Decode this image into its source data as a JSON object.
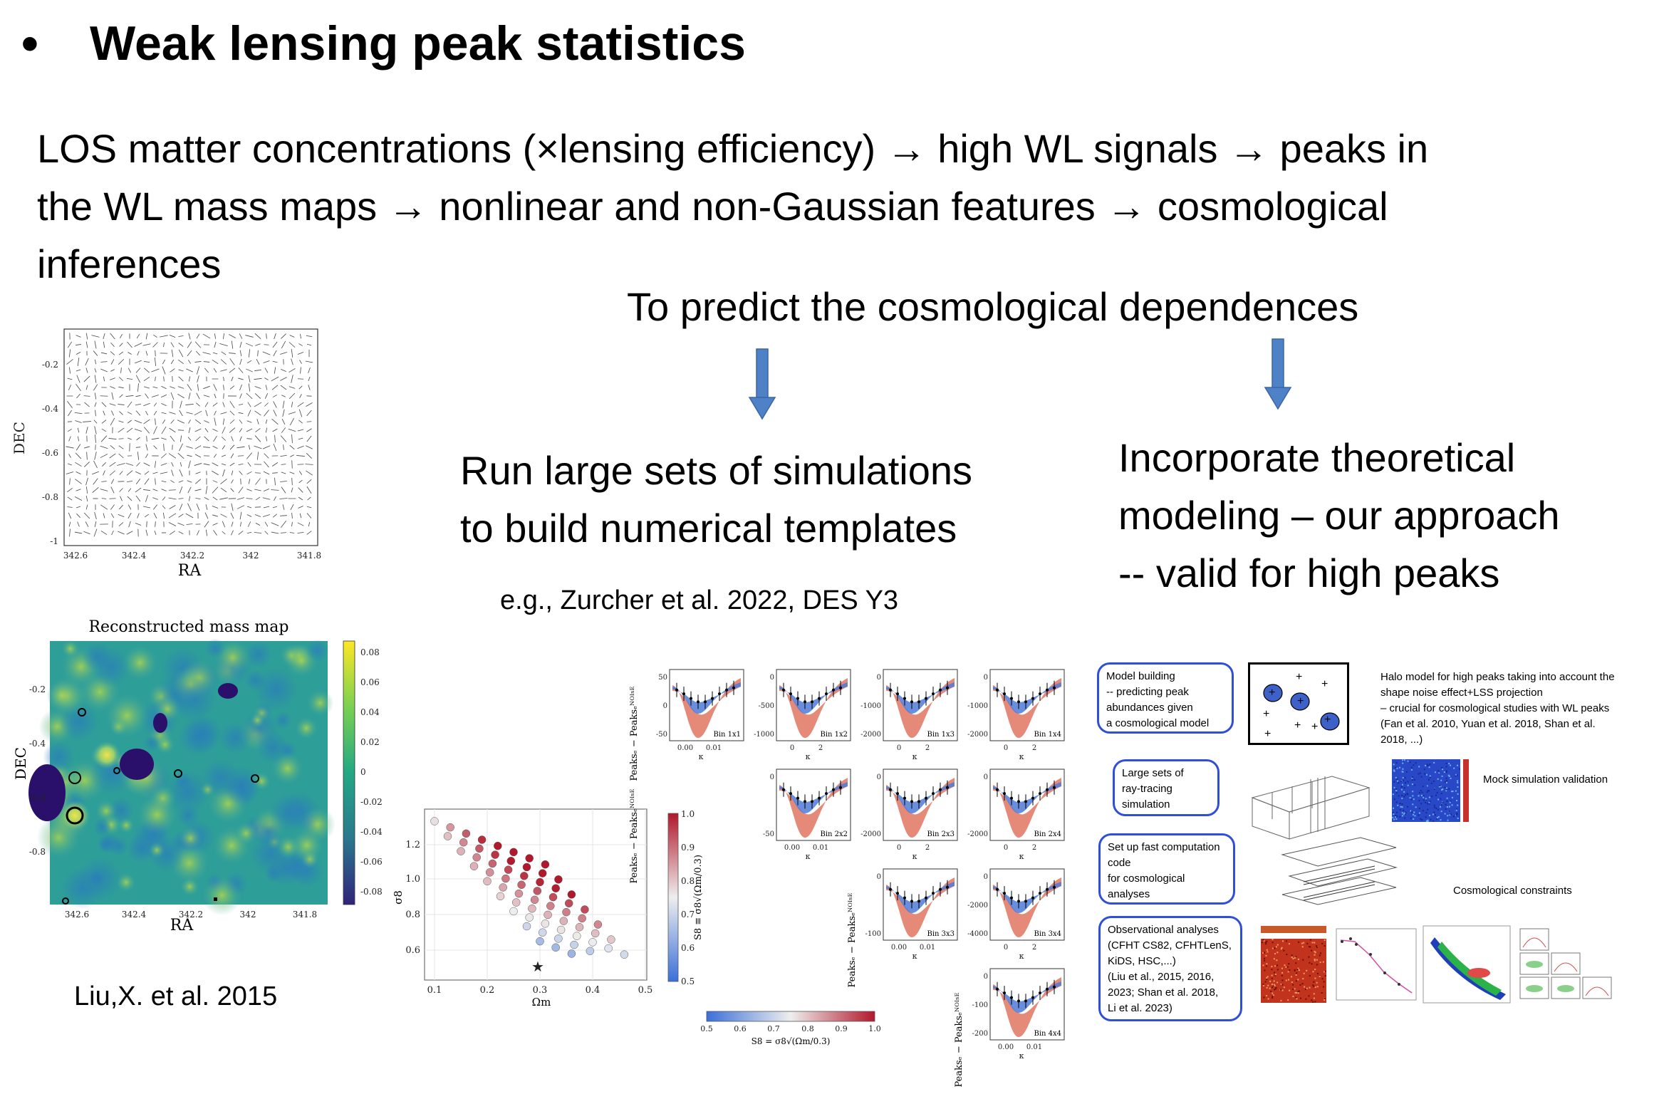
{
  "title": "Weak lensing peak statistics",
  "intro_lines": [
    "LOS matter concentrations (×lensing efficiency) →  high WL signals → peaks in",
    "the WL mass maps → nonlinear and non-Gaussian features → cosmological",
    "inferences"
  ],
  "predict": "To predict the cosmological dependences",
  "run_lines": [
    "Run large sets of simulations",
    "to build numerical templates"
  ],
  "theory_lines": [
    "Incorporate theoretical",
    "modeling – our approach",
    "-- valid for high peaks"
  ],
  "example_ref": "e.g., Zurcher et al. 2022, DES Y3",
  "liu_ref": "Liu,X. et al. 2015",
  "colors": {
    "arrow": "#4f81c7",
    "box_border": "#2f4fd8"
  },
  "shear_map": {
    "ylabel": "DEC",
    "xlabel": "RA",
    "yticks": [
      "-0.2",
      "-0.4",
      "-0.6",
      "-0.8",
      "-1"
    ],
    "xticks": [
      "342.6",
      "342.4",
      "342.2",
      "342",
      "341.8"
    ]
  },
  "mass_map": {
    "title": "Reconstructed mass map",
    "ylabel": "DEC",
    "xlabel": "RA",
    "yticks": [
      "-0.2",
      "-0.4",
      "-0.6",
      "-0.8"
    ],
    "xticks": [
      "342.6",
      "342.4",
      "342.2",
      "342",
      "341.8"
    ],
    "colorbar_ticks": [
      "0.08",
      "0.06",
      "0.04",
      "0.02",
      "0",
      "-0.02",
      "-0.04",
      "-0.06",
      "-0.08"
    ]
  },
  "scatter": {
    "xlabel": "Ωm",
    "ylabel": "σ8",
    "xticks": [
      "0.1",
      "0.2",
      "0.3",
      "0.4",
      "0.5"
    ],
    "yticks": [
      "1.2",
      "1.0",
      "0.8",
      "0.6"
    ],
    "colorbar_label": "S8 ≡ σ8√(Ωm/0.3)",
    "colorbar_ticks": [
      "1.0",
      "0.9",
      "0.8",
      "0.7",
      "0.6",
      "0.5"
    ]
  },
  "hbar": {
    "label": "S8 = σ8√(Ωm/0.3)",
    "ticks": [
      "0.5",
      "0.6",
      "0.7",
      "0.8",
      "0.9",
      "1.0"
    ]
  },
  "peak_panels": [
    {
      "bin": "Bin 1x1",
      "yticks": [
        "50",
        "0",
        "-50"
      ],
      "xticks": [
        "0.00",
        "0.01"
      ]
    },
    {
      "bin": "Bin 1x2",
      "yticks": [
        "0",
        "-500",
        "-1000"
      ],
      "xticks": [
        "0",
        "2"
      ]
    },
    {
      "bin": "Bin 1x3",
      "yticks": [
        "0",
        "-1000",
        "-2000"
      ],
      "xticks": [
        "0",
        "2"
      ]
    },
    {
      "bin": "Bin 1x4",
      "yticks": [
        "0",
        "-1000",
        "-2000"
      ],
      "xticks": [
        "0",
        "2"
      ]
    },
    {
      "bin": "Bin 2x2",
      "yticks": [
        "0",
        "-50"
      ],
      "xticks": [
        "0.00",
        "0.01"
      ]
    },
    {
      "bin": "Bin 2x3",
      "yticks": [
        "0",
        "-2000"
      ],
      "xticks": [
        "0",
        "2"
      ]
    },
    {
      "bin": "Bin 2x4",
      "yticks": [
        "0",
        "-2000"
      ],
      "xticks": [
        "0",
        "2"
      ]
    },
    {
      "bin": "Bin 3x3",
      "yticks": [
        "0",
        "-100"
      ],
      "xticks": [
        "0.00",
        "0.01"
      ]
    },
    {
      "bin": "Bin 3x4",
      "yticks": [
        "0",
        "-2000",
        "-4000"
      ],
      "xticks": [
        "0",
        "2"
      ]
    },
    {
      "bin": "Bin 4x4",
      "yticks": [
        "0",
        "-100",
        "-200"
      ],
      "xticks": [
        "0.00",
        "0.01"
      ]
    }
  ],
  "peak_ylabel": "Peaksₑ − Peaksₑᴺᴼᴵˢᴱ",
  "peak_xlabel": "κ",
  "flow": {
    "model_building": [
      "Model building",
      "  -- predicting peak",
      "abundances given",
      "a cosmological model"
    ],
    "halo_note": [
      "Halo model for high peaks taking into account the",
      "shape noise effect+LSS projection",
      "– crucial for cosmological studies with WL peaks",
      "(Fan et al. 2010, Yuan et al. 2018, Shan et al.",
      "2018, ...)"
    ],
    "ray_tracing": [
      "Large sets of",
      "ray-tracing",
      "simulation"
    ],
    "mock_validation": "Mock simulation validation",
    "fast_code": [
      "Set up fast computation",
      "code",
      "for cosmological",
      "analyses"
    ],
    "cosmo_constraints": "Cosmological constraints",
    "observational": [
      "Observational analyses",
      "(CFHT CS82, CFHTLenS,",
      "KiDS, HSC,...)",
      "(Liu et al., 2015, 2016,",
      "2023; Shan et al. 2018,",
      "Li et al. 2023)"
    ]
  }
}
